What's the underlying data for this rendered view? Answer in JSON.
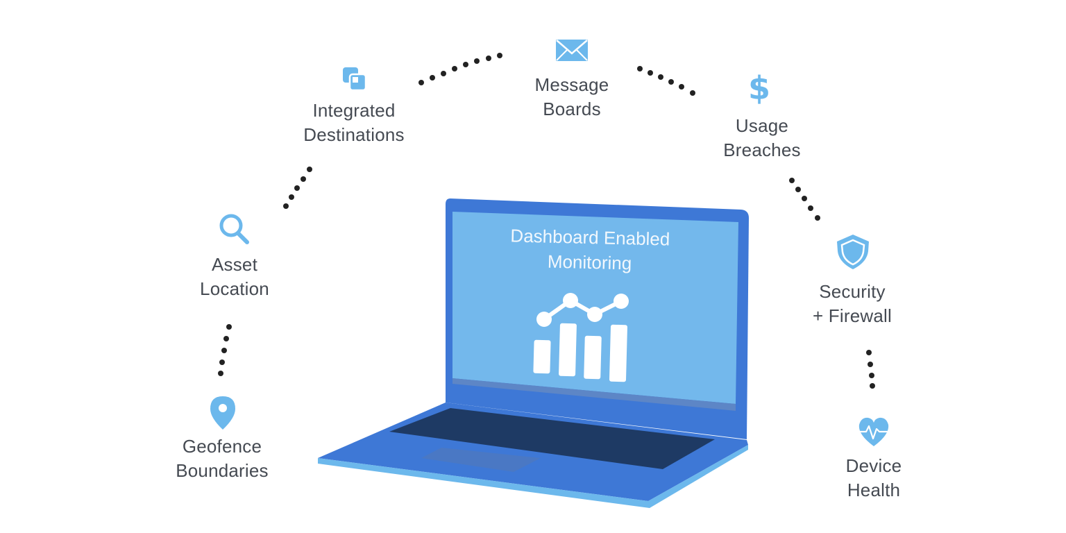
{
  "features": {
    "integrated": {
      "line1": "Integrated",
      "line2": "Destinations",
      "icon": "overlapping-squares-icon"
    },
    "message": {
      "line1": "Message",
      "line2": "Boards",
      "icon": "envelope-icon"
    },
    "usage": {
      "line1": "Usage",
      "line2": "Breaches",
      "icon": "dollar-icon"
    },
    "asset": {
      "line1": "Asset",
      "line2": "Location",
      "icon": "magnifier-icon"
    },
    "security": {
      "line1": "Security",
      "line2": "+ Firewall",
      "icon": "shield-icon"
    },
    "geofence": {
      "line1": "Geofence",
      "line2": "Boundaries",
      "icon": "location-pin-icon"
    },
    "device": {
      "line1": "Device",
      "line2": "Health",
      "icon": "heart-pulse-icon"
    }
  },
  "screen": {
    "title_line1": "Dashboard Enabled",
    "title_line2": "Monitoring"
  },
  "colors": {
    "icon_blue": "#6cb8ec",
    "laptop_body": "#3e78d6",
    "laptop_screen": "#73b8ec",
    "keyboard": "#1e3a64",
    "text": "#454a52",
    "dots": "#222222"
  }
}
